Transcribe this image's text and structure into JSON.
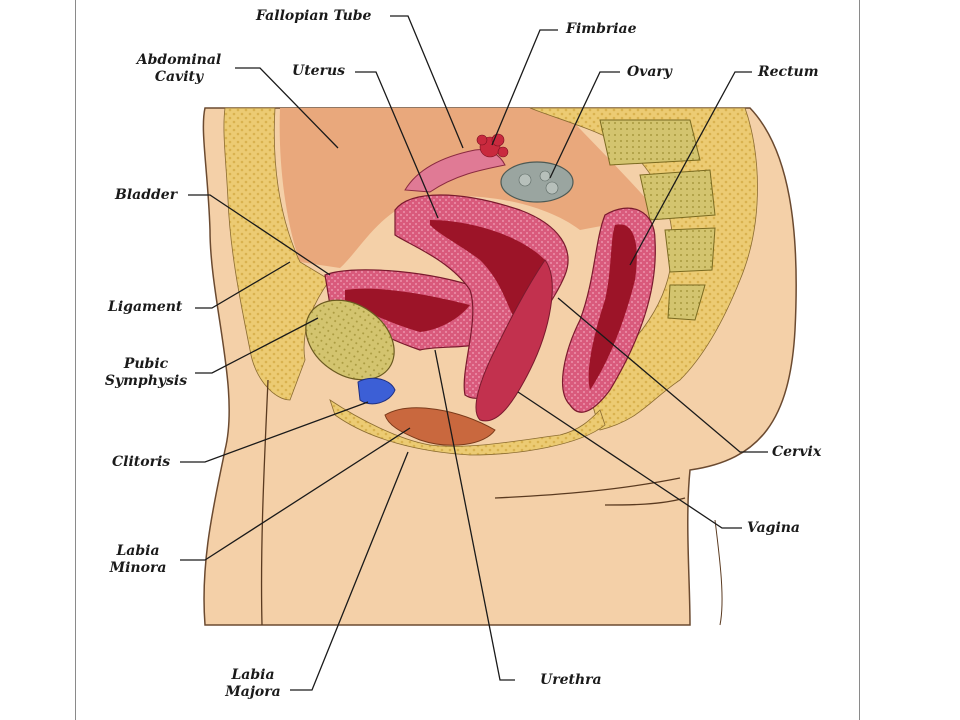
{
  "labels": {
    "fallopian_tube": "Fallopian Tube",
    "fimbriae": "Fimbriae",
    "abdominal_cavity": "Abdominal\nCavity",
    "uterus": "Uterus",
    "ovary": "Ovary",
    "rectum": "Rectum",
    "bladder": "Bladder",
    "ligament": "Ligament",
    "pubic_symphysis": "Pubic\nSymphysis",
    "clitoris": "Clitoris",
    "labia_minora": "Labia\nMinora",
    "labia_majora": "Labia\nMajora",
    "urethra": "Urethra",
    "cervix": "Cervix",
    "vagina": "Vagina"
  },
  "colors": {
    "skin": "#f4d0a8",
    "cavity": "#e9a87c",
    "fat": "#e8c66a",
    "uterus": "#d8577a",
    "lumen": "#9c1428",
    "ovary": "#9aa5a0",
    "bone": "#c8b964",
    "clitoris": "#3c5fd6",
    "muscle": "#c9683e"
  }
}
